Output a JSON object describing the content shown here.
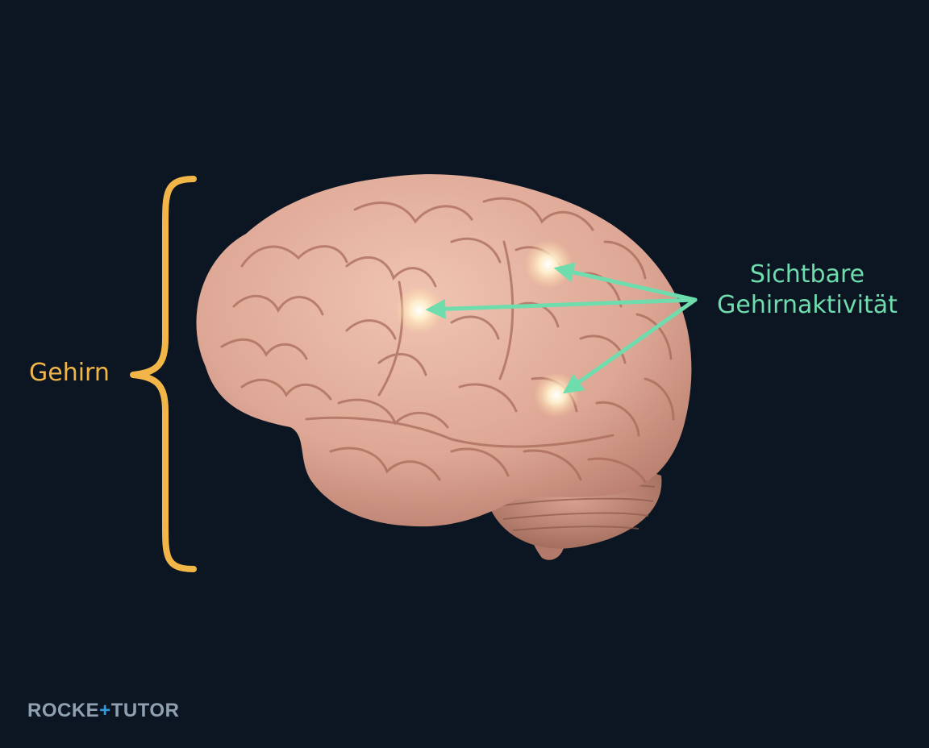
{
  "brace_label": "Gehirn",
  "callout_label": {
    "line1": "Sichtbare",
    "line2": "Gehirnaktivität"
  },
  "logo": {
    "part1": "ROCKE",
    "plus": "+",
    "part2": "TUTOR"
  },
  "colors": {
    "background": "#0c1622",
    "brace": "#f2b648",
    "brace_label": "#f2b648",
    "arrows": "#6fdcad",
    "callout_label": "#6fdcad",
    "brain": "#e9b4a2",
    "brain_shadow": "#b5796a",
    "activity_glow": "#fff3d6"
  }
}
